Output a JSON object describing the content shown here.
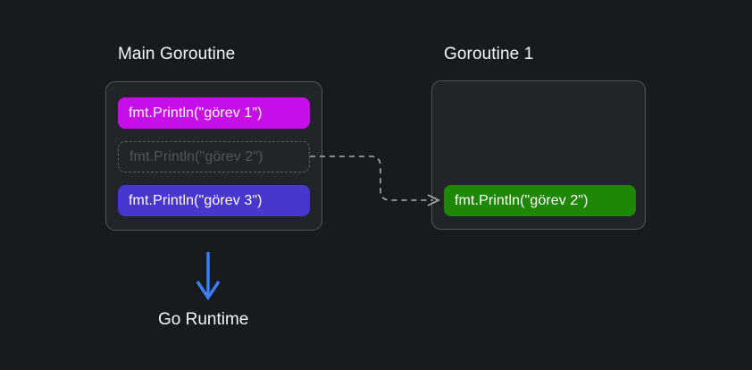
{
  "diagram": {
    "main_goroutine": {
      "title": "Main Goroutine",
      "blocks": [
        {
          "label": "fmt.Println(\"görev 1\")",
          "style": "magenta"
        },
        {
          "label": "fmt.Println(\"görev 2\")",
          "style": "ghost-dashed"
        },
        {
          "label": "fmt.Println(\"görev 3\")",
          "style": "indigo"
        }
      ]
    },
    "goroutine1": {
      "title": "Goroutine 1",
      "blocks": [
        {
          "label": "fmt.Println(\"görev 2\")",
          "style": "green"
        }
      ]
    },
    "runtime_label": "Go Runtime",
    "icons": {
      "dashed_connector": "dashed-arrow-right-icon",
      "runtime_arrow": "arrow-down-icon"
    }
  },
  "colors": {
    "background": "#171a1e",
    "box_fill": "#212429",
    "box_border": "#52565c",
    "block_magenta": "#c50ee8",
    "block_indigo": "#4737cd",
    "block_green": "#1e8707",
    "ghost_border": "#5c6166",
    "ghost_text": "#51565c",
    "connector": "#a9aeb4",
    "arrow_blue": "#3e7ef7",
    "text": "#f5f6f7"
  }
}
